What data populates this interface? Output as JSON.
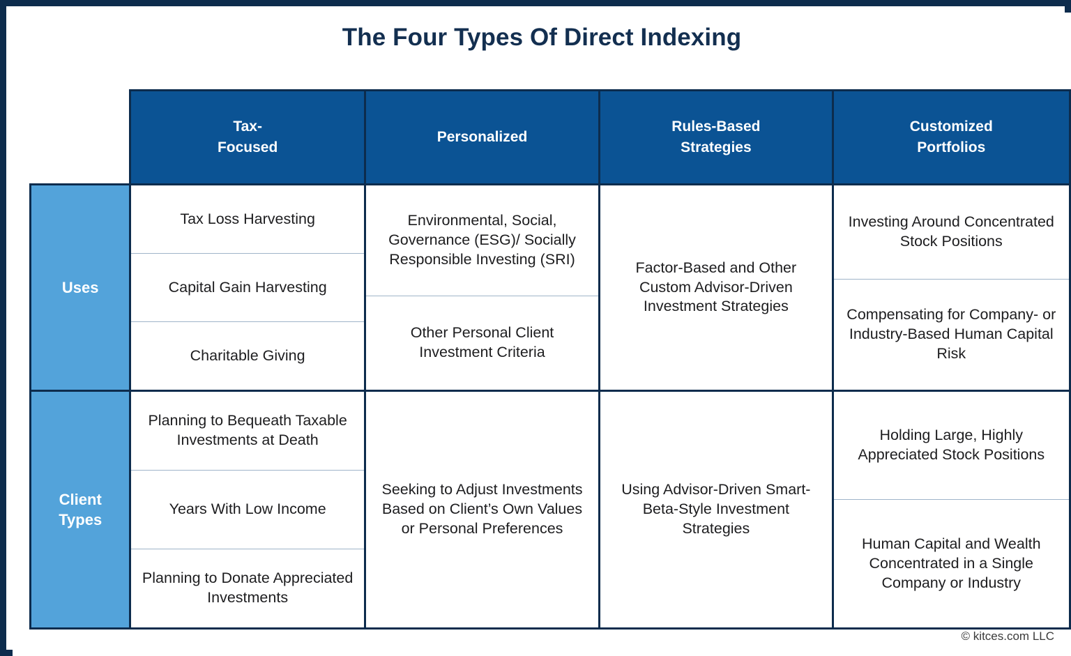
{
  "page": {
    "title": "The Four Types Of Direct Indexing",
    "footer": "© kitces.com LLC"
  },
  "colors": {
    "frame": "#0d2c4d",
    "header_blue": "#0b5394",
    "row_label_blue": "#53a3da",
    "title_navy": "#132f50",
    "cell_text": "#1d1d1f",
    "inner_divider": "#9fb4c9"
  },
  "table": {
    "corner_label": "",
    "columns": [
      {
        "id": "tax-focused",
        "label_line1": "Tax-",
        "label_line2": "Focused"
      },
      {
        "id": "personalized",
        "label_line1": "Personalized",
        "label_line2": ""
      },
      {
        "id": "rules-based-strategies",
        "label_line1": "Rules-Based",
        "label_line2": "Strategies"
      },
      {
        "id": "customized-portfolios",
        "label_line1": "Customized",
        "label_line2": "Portfolios"
      }
    ],
    "rows": [
      {
        "id": "uses",
        "label_line1": "Uses",
        "label_line2": "",
        "cells": {
          "tax_focused": [
            "Tax Loss Harvesting",
            "Capital Gain Harvesting",
            "Charitable Giving"
          ],
          "personalized": [
            "Environmental, Social, Governance (ESG)/ Socially Responsible Investing (SRI)",
            "Other Personal Client Investment Criteria"
          ],
          "rules_based": [
            "Factor-Based and Other Custom Advisor-Driven Investment Strategies"
          ],
          "customized": [
            "Investing Around Concentrated Stock Positions",
            "Compensating for Company- or Industry-Based Human Capital Risk"
          ]
        }
      },
      {
        "id": "client-types",
        "label_line1": "Client",
        "label_line2": "Types",
        "cells": {
          "tax_focused": [
            "Planning to Bequeath Taxable Investments at Death",
            "Years With Low Income",
            "Planning to Donate Appreciated Investments"
          ],
          "personalized": [
            "Seeking to Adjust Investments Based on Client’s Own Values or Personal Preferences"
          ],
          "rules_based": [
            "Using Advisor-Driven Smart-Beta-Style Investment Strategies"
          ],
          "customized": [
            "Holding Large, Highly Appreciated Stock Positions",
            "Human Capital and Wealth Concentrated in a Single Company or Industry"
          ]
        }
      }
    ]
  }
}
